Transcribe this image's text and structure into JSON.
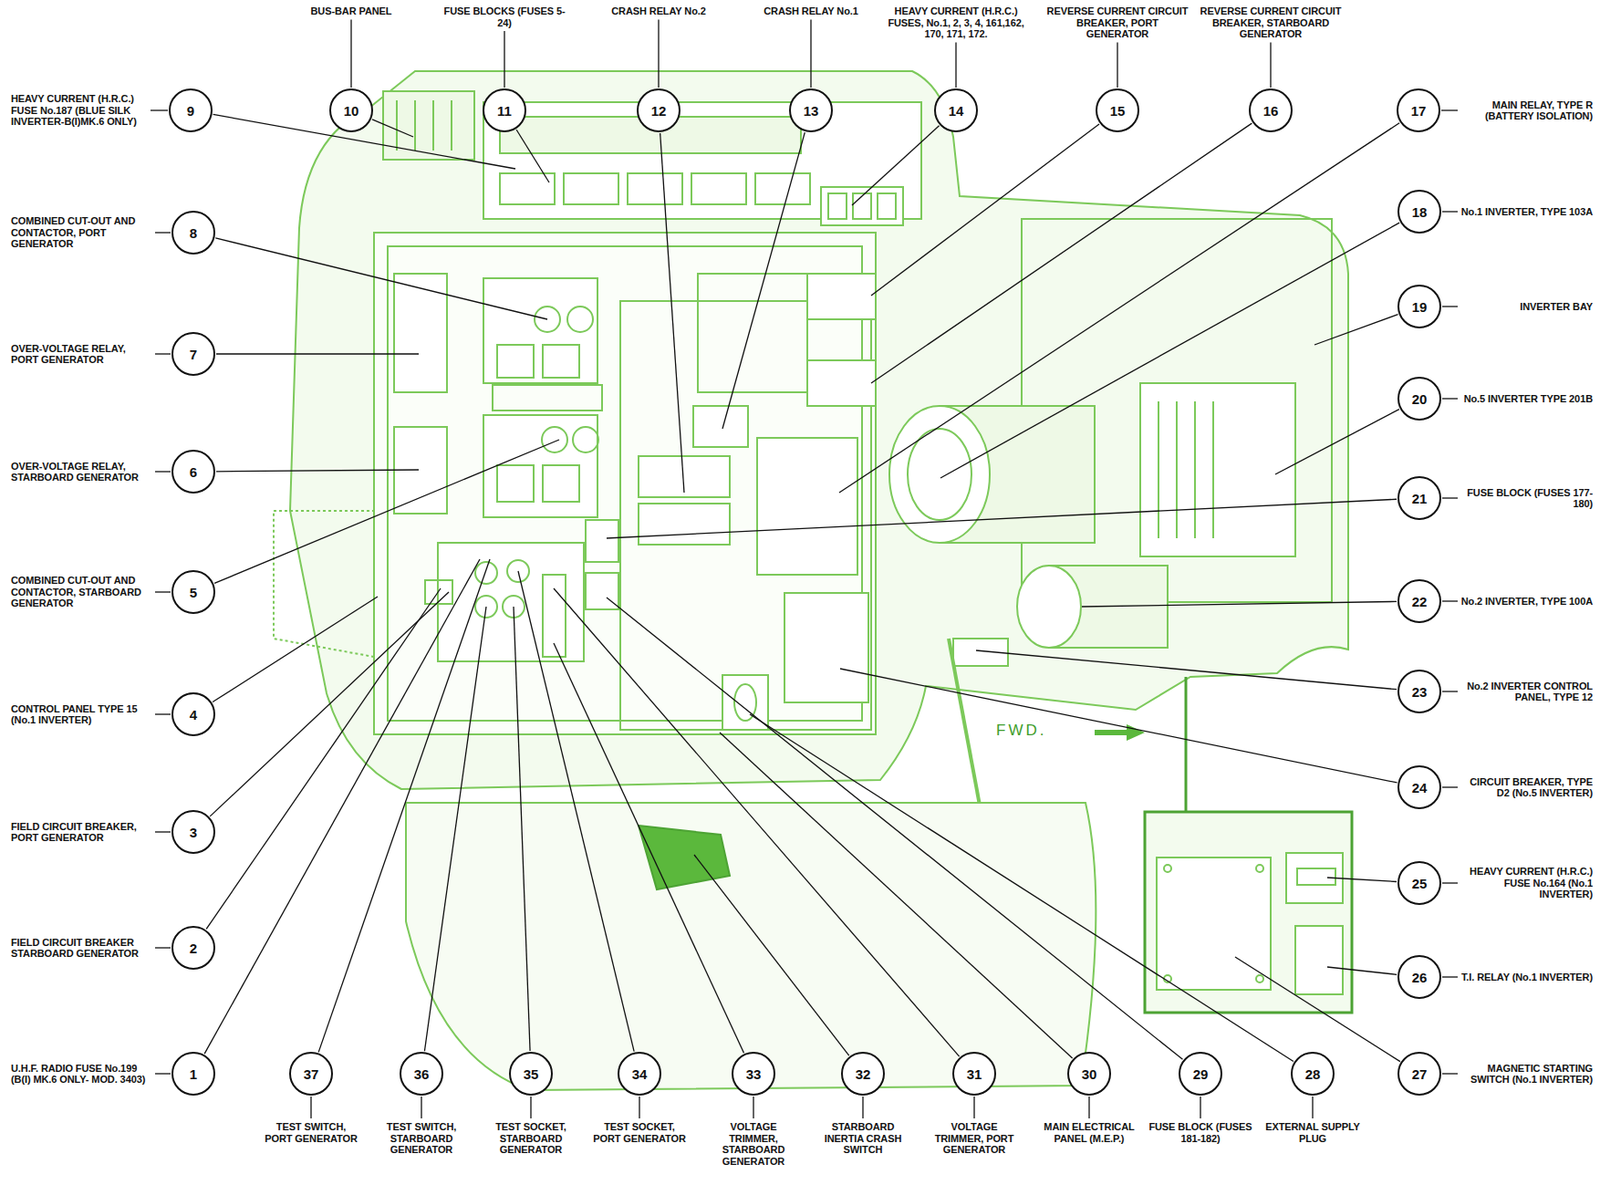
{
  "diagram": {
    "nodes": [
      {
        "text": [
          "1",
          "U.H.F. RADIO FUSE No.199 (B(I) MK.6 ONLY- MOD. 3403)"
        ]
      },
      {
        "text": [
          "2",
          "FIELD CIRCUIT BREAKER STARBOARD GENERATOR"
        ]
      },
      {
        "text": [
          "3",
          "FIELD CIRCUIT BREAKER, PORT GENERATOR"
        ]
      },
      {
        "text": [
          "4",
          "CONTROL PANEL TYPE 15 (No.1 INVERTER)"
        ]
      },
      {
        "text": [
          "5",
          "COMBINED CUT-OUT AND CONTACTOR, STARBOARD GENERATOR"
        ]
      },
      {
        "text": [
          "6",
          "OVER-VOLTAGE RELAY, STARBOARD GENERATOR"
        ]
      },
      {
        "text": [
          "7",
          "OVER-VOLTAGE RELAY, PORT GENERATOR"
        ]
      },
      {
        "text": [
          "8",
          "COMBINED CUT-OUT AND CONTACTOR, PORT GENERATOR"
        ]
      },
      {
        "text": [
          "9",
          "HEAVY CURRENT (H.R.C.) FUSE No.187 (BLUE SILK INVERTER-B(I)MK.6 ONLY)"
        ]
      },
      {
        "text": [
          "10",
          "BUS-BAR PANEL"
        ]
      },
      {
        "text": [
          "11",
          "FUSE BLOCKS (FUSES 5-24)"
        ]
      },
      {
        "text": [
          "12",
          "CRASH RELAY No.2"
        ]
      },
      {
        "text": [
          "13",
          "CRASH RELAY No.1"
        ]
      },
      {
        "text": [
          "14",
          "HEAVY CURRENT (H.R.C.) FUSES, No.1, 2, 3, 4, 161,162, 170, 171, 172."
        ]
      },
      {
        "text": [
          "15",
          "REVERSE CURRENT CIRCUIT BREAKER, PORT GENERATOR"
        ]
      },
      {
        "text": [
          "16",
          "REVERSE CURRENT CIRCUIT BREAKER, STARBOARD GENERATOR"
        ]
      },
      {
        "text": [
          "17",
          "MAIN RELAY, TYPE R (BATTERY ISOLATION)"
        ]
      },
      {
        "text": [
          "18",
          "No.1 INVERTER, TYPE 103A"
        ]
      },
      {
        "text": [
          "19",
          "INVERTER BAY"
        ]
      },
      {
        "text": [
          "20",
          "No.5 INVERTER TYPE 201B"
        ]
      },
      {
        "text": [
          "21",
          "FUSE BLOCK (FUSES 177-180)"
        ]
      },
      {
        "text": [
          "22",
          "No.2 INVERTER, TYPE 100A"
        ]
      },
      {
        "text": [
          "23",
          "No.2 INVERTER CONTROL PANEL, TYPE 12"
        ]
      },
      {
        "text": [
          "24",
          "CIRCUIT BREAKER, TYPE D2 (No.5 INVERTER)"
        ]
      },
      {
        "text": [
          "25",
          "HEAVY CURRENT (H.R.C.) FUSE No.164 (No.1 INVERTER)"
        ]
      },
      {
        "text": [
          "26",
          "T.I. RELAY (No.1 INVERTER)"
        ]
      },
      {
        "text": [
          "27",
          "MAGNETIC STARTING SWITCH (No.1 INVERTER)"
        ]
      },
      {
        "text": [
          "28",
          "EXTERNAL SUPPLY PLUG"
        ]
      },
      {
        "text": [
          "29",
          "FUSE BLOCK (FUSES 181-182)"
        ]
      },
      {
        "text": [
          "30",
          "MAIN ELECTRICAL PANEL (M.E.P.)"
        ]
      },
      {
        "text": [
          "31",
          "VOLTAGE TRIMMER, PORT GENERATOR"
        ]
      },
      {
        "text": [
          "32",
          "STARBOARD INERTIA CRASH SWITCH"
        ]
      },
      {
        "text": [
          "33",
          "VOLTAGE TRIMMER, STARBOARD GENERATOR"
        ]
      },
      {
        "text": [
          "34",
          "TEST SOCKET, PORT GENERATOR"
        ]
      },
      {
        "text": [
          "35",
          "TEST SOCKET, STARBOARD GENERATOR"
        ]
      },
      {
        "text": [
          "36",
          "TEST SWITCH, STARBOARD GENERATOR"
        ]
      },
      {
        "text": [
          "37",
          "TEST SWITCH, PORT GENERATOR"
        ]
      }
    ],
    "labels": [
      "FWD."
    ]
  }
}
